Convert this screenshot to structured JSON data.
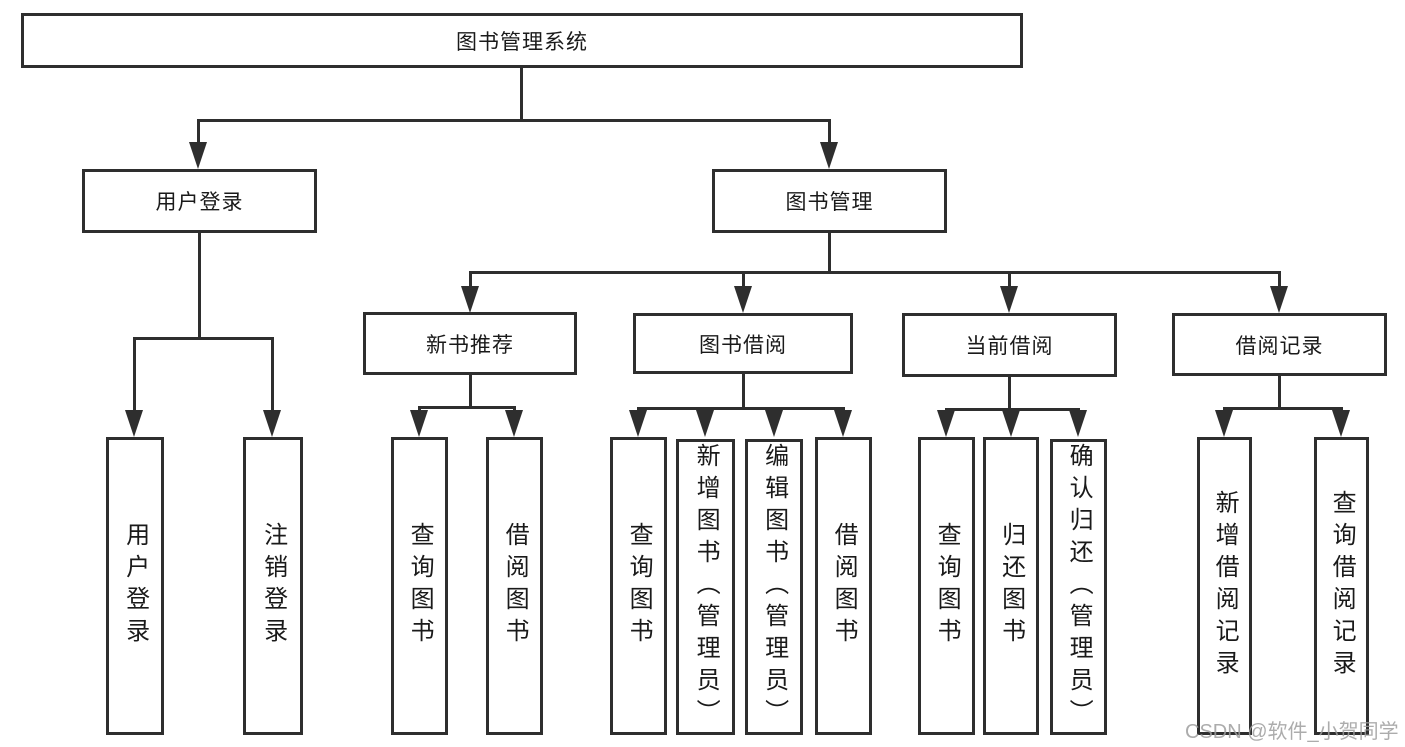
{
  "diagram": {
    "root": {
      "label": "图书管理系统"
    },
    "branches": [
      {
        "label": "用户登录",
        "children": [
          "用户登录",
          "注销登录"
        ]
      },
      {
        "label": "图书管理",
        "sections": [
          {
            "label": "新书推荐",
            "children": [
              "查询图书",
              "借阅图书"
            ]
          },
          {
            "label": "图书借阅",
            "children": [
              "查询图书",
              "新增图书（管理员）",
              "编辑图书（管理员）",
              "借阅图书"
            ]
          },
          {
            "label": "当前借阅",
            "children": [
              "查询图书",
              "归还图书",
              "确认归还（管理员）"
            ]
          },
          {
            "label": "借阅记录",
            "children": [
              "新增借阅记录",
              "查询借阅记录"
            ]
          }
        ]
      }
    ]
  },
  "watermark": {
    "text": "CSDN @软件_小贺同学"
  },
  "colors": {
    "line": "#2e2e2e",
    "background": "#ffffff",
    "watermark": "#9e9e9e"
  }
}
